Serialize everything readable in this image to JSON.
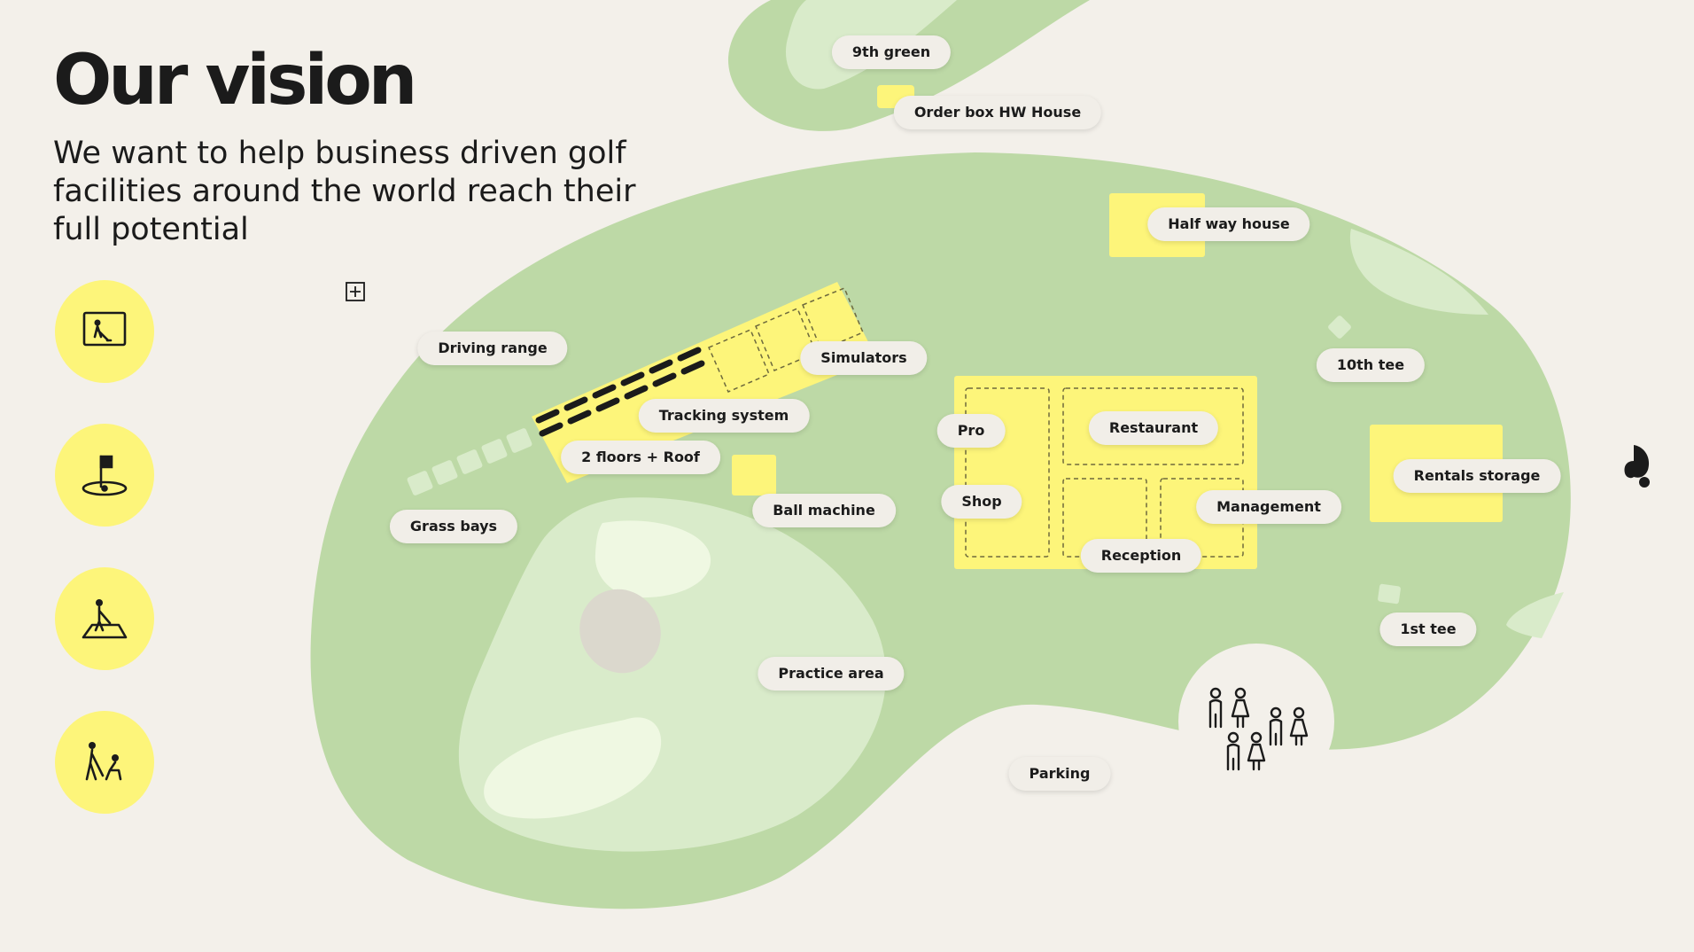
{
  "page": {
    "title": "Our vision",
    "subtitle": "We want to help business driven golf facilities around the world reach their full potential"
  },
  "colors": {
    "background": "#f3f0ea",
    "course_green": "#bdd9a6",
    "light_green": "#d9ebca",
    "pale_green": "#eff8e2",
    "yellow": "#fdf57a",
    "pill": "#f1eee8",
    "ink": "#1b1b1b"
  },
  "feature_icons": [
    "presentation-golfer-icon",
    "flag-on-green-icon",
    "putting-golfer-icon",
    "golf-lesson-icon"
  ],
  "controls": {
    "expand_icon": "plus-square-icon"
  },
  "logo": {
    "icon": "brand-logo-icon"
  },
  "labels": {
    "ninth_green": "9th green",
    "order_box": "Order box HW House",
    "half_way_house": "Half way house",
    "driving_range": "Driving range",
    "simulators": "Simulators",
    "tenth_tee": "10th tee",
    "tracking_system": "Tracking system",
    "two_floors": "2 floors + Roof",
    "pro": "Pro",
    "restaurant": "Restaurant",
    "rentals_storage": "Rentals storage",
    "shop": "Shop",
    "management": "Management",
    "ball_machine": "Ball machine",
    "grass_bays": "Grass bays",
    "reception": "Reception",
    "first_tee": "1st tee",
    "practice_area": "Practice area",
    "parking": "Parking"
  }
}
